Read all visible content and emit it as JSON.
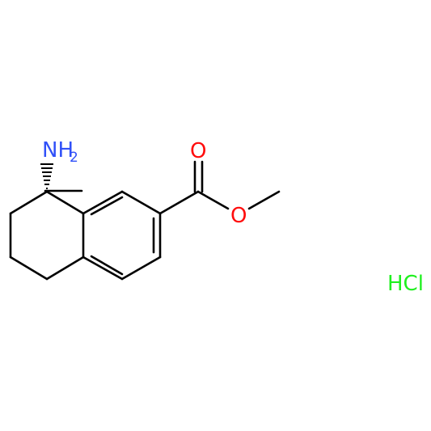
{
  "molecule": {
    "amine_label": "NH",
    "amine_subscript": "2",
    "carbonyl_oxygen_label": "O",
    "ester_oxygen_label": "O",
    "salt_label": "HCl"
  },
  "colors": {
    "bond": "#000000",
    "nitrogen": "#3050F8",
    "oxygen": "#FF0D0D",
    "chlorine_salt": "#1FF01F"
  }
}
